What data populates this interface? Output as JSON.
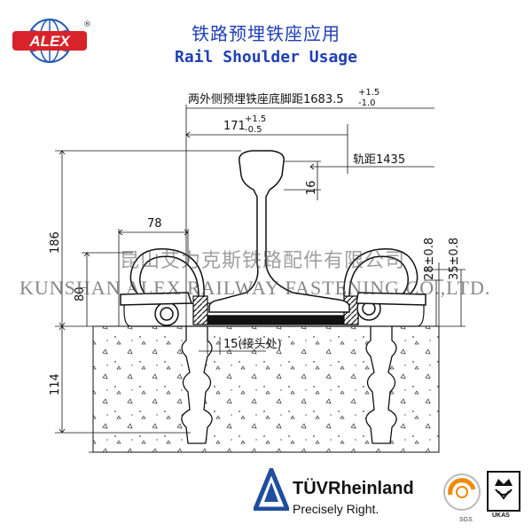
{
  "logo": {
    "brand": "ALEX",
    "registered_mark": "®"
  },
  "header": {
    "title_cn": "铁路预埋铁座应用",
    "title_en": "Rail Shoulder Usage"
  },
  "dimensions": {
    "base_distance": "两外侧预埋铁座底脚距1683.5",
    "base_distance_upper_tol": "+1.5",
    "base_distance_lower_tol": "-1.0",
    "offset": "171",
    "offset_upper_tol": "+1.5",
    "offset_lower_tol": "-0.5",
    "gauge": "轨距1435",
    "rail_head_depth": "16",
    "clip_width": "78",
    "total_height": "186",
    "shoulder_height": "80",
    "height_28": "28±0.8",
    "height_35": "35±0.8",
    "joint": "15(接头处)",
    "embed_depth": "114"
  },
  "watermark": {
    "cn": "昆山艾力克斯铁路配件有限公司",
    "en": "KUNSHAN ALEX RAILWAY FASTENING CO.,LTD."
  },
  "certifications": {
    "tuv_brand": "TÜVRheinland",
    "tuv_tagline": "Precisely Right.",
    "sgs": "SGS",
    "ukas": "UKAS"
  },
  "colors": {
    "title": "#1f3fb5",
    "logo_red": "#d8232a",
    "logo_blue": "#1f56b8",
    "tuv_blue": "#1f4e9c",
    "sgs_orange": "#f08a00"
  }
}
